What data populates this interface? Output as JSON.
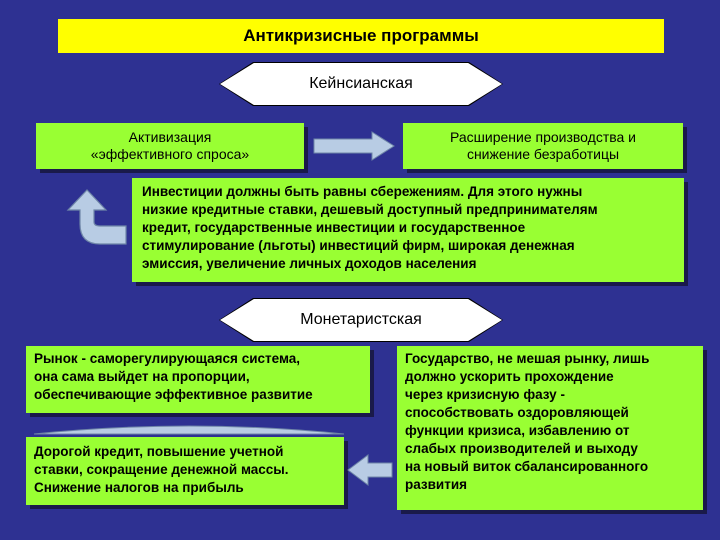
{
  "title": "Антикризисные программы",
  "keynesian": {
    "label": "Кейнсианская",
    "activation": [
      "Активизация",
      "«эффективного спроса»"
    ],
    "expansion": [
      "Расширение производства и",
      "снижение безработицы"
    ],
    "investment": [
      "Инвестиции должны быть равны сбережениям. Для этого нужны",
      "низкие кредитные ставки, дешевый доступный предпринимателям",
      "кредит, государственные инвестиции и государственное",
      "стимулирование (льготы) инвестиций фирм, широкая денежная",
      "эмиссия, увеличение личных доходов населения"
    ]
  },
  "monetarist": {
    "label": "Монетаристская",
    "market": [
      "Рынок - саморегулирующаяся система,",
      "она сама выйдет на пропорции,",
      "обеспечивающие эффективное развитие"
    ],
    "credit": [
      "Дорогой кредит, повышение учетной",
      "ставки, сокращение денежной массы.",
      "Снижение налогов на прибыль"
    ],
    "state": [
      "Государство, не мешая рынку, лишь",
      "должно ускорить прохождение",
      "через кризисную фазу -",
      "способствовать оздоровляющей",
      "функции кризиса, избавлению от",
      "слабых производителей и выходу",
      "на новый виток сбалансированного",
      "развития"
    ]
  },
  "colors": {
    "background": "#2e3192",
    "title_fill": "#ffff00",
    "box_fill": "#99ff33",
    "arrow_fill": "#b8cce4"
  }
}
